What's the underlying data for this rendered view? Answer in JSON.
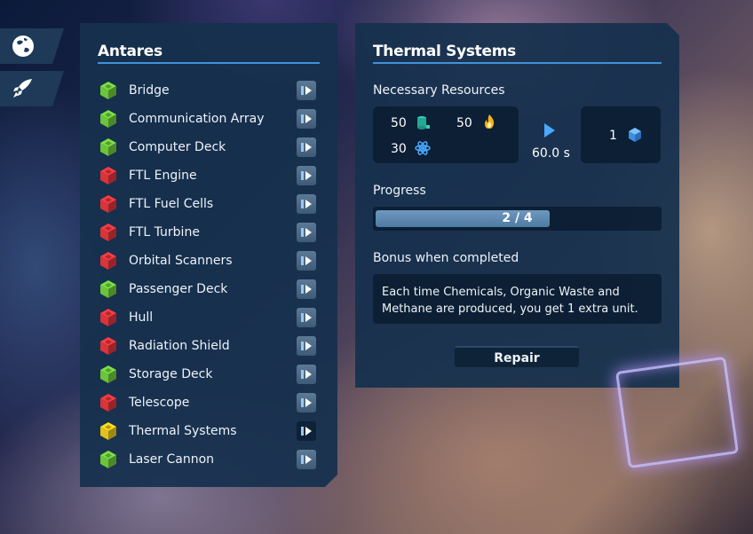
{
  "side_tabs": [
    {
      "icon": "globe-icon"
    },
    {
      "icon": "rocket-icon"
    }
  ],
  "ship": {
    "name": "Antares",
    "parts": [
      {
        "name": "Bridge",
        "status": "green"
      },
      {
        "name": "Communication Array",
        "status": "green"
      },
      {
        "name": "Computer Deck",
        "status": "green"
      },
      {
        "name": "FTL Engine",
        "status": "red"
      },
      {
        "name": "FTL Fuel Cells",
        "status": "red"
      },
      {
        "name": "FTL Turbine",
        "status": "red"
      },
      {
        "name": "Orbital Scanners",
        "status": "red"
      },
      {
        "name": "Passenger Deck",
        "status": "green"
      },
      {
        "name": "Hull",
        "status": "red"
      },
      {
        "name": "Radiation Shield",
        "status": "red"
      },
      {
        "name": "Storage Deck",
        "status": "green"
      },
      {
        "name": "Telescope",
        "status": "red"
      },
      {
        "name": "Thermal Systems",
        "status": "yellow",
        "selected": true
      },
      {
        "name": "Laser Cannon",
        "status": "green"
      }
    ]
  },
  "detail": {
    "title": "Thermal Systems",
    "resources_label": "Necessary Resources",
    "resources": [
      {
        "amount": "50",
        "icon": "chemical-barrel-icon"
      },
      {
        "amount": "50",
        "icon": "flame-icon"
      },
      {
        "amount": "30",
        "icon": "atom-icon"
      }
    ],
    "duration": "60.0 s",
    "output": {
      "amount": "1",
      "icon": "cube-icon"
    },
    "progress_label": "Progress",
    "progress": {
      "current": 2,
      "total": 4,
      "text_current": "2",
      "text_total": "/ 4"
    },
    "bonus_label": "Bonus when completed",
    "bonus_text": "Each time Chemicals, Organic Waste and Methane are produced, you get 1 extra unit.",
    "repair_label": "Repair"
  },
  "colors": {
    "green": "#6cc43a",
    "red": "#d9343a",
    "yellow": "#e2c21a",
    "accent": "#3f92d8",
    "panel": "#15304d"
  }
}
